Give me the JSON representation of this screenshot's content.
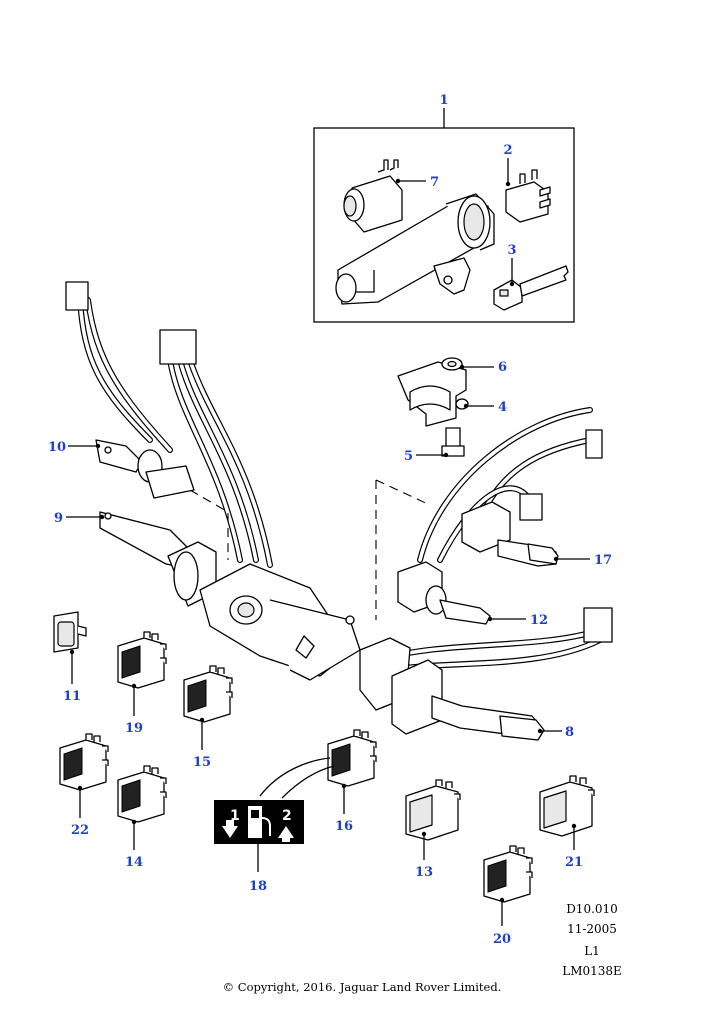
{
  "callouts": [
    {
      "n": "1"
    },
    {
      "n": "2"
    },
    {
      "n": "3"
    },
    {
      "n": "4"
    },
    {
      "n": "5"
    },
    {
      "n": "6"
    },
    {
      "n": "7"
    },
    {
      "n": "8"
    },
    {
      "n": "9"
    },
    {
      "n": "10"
    },
    {
      "n": "11"
    },
    {
      "n": "12"
    },
    {
      "n": "13"
    },
    {
      "n": "14"
    },
    {
      "n": "15"
    },
    {
      "n": "16"
    },
    {
      "n": "17"
    },
    {
      "n": "18"
    },
    {
      "n": "19"
    },
    {
      "n": "20"
    },
    {
      "n": "21"
    },
    {
      "n": "22"
    }
  ],
  "legend_panel": {
    "left_digit": "1",
    "right_digit": "2"
  },
  "meta": {
    "code": "D10.010",
    "date": "11-2005",
    "level": "L1",
    "ref": "LM0138E"
  },
  "copyright": "© Copyright, 2016. Jaguar Land Rover Limited.",
  "colors": {
    "callout": "#1f3fc4",
    "line": "#000000"
  }
}
